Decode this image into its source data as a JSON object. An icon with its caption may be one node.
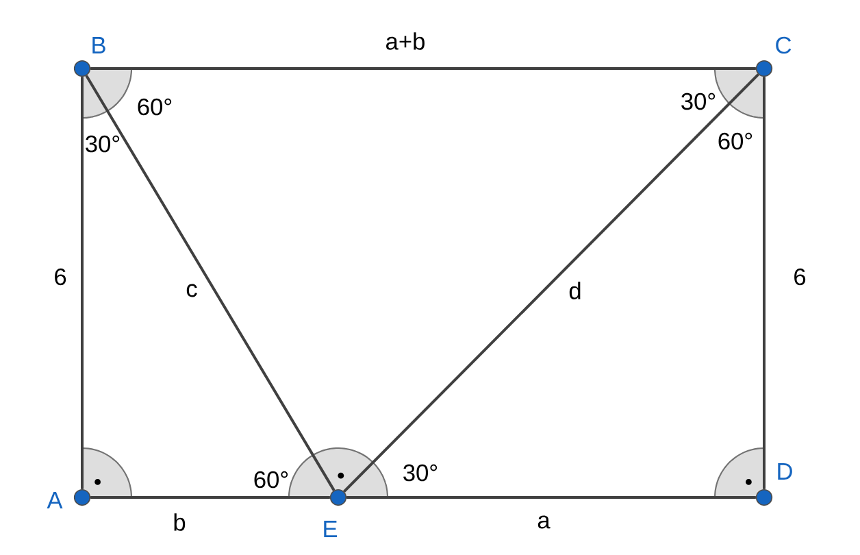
{
  "diagram": {
    "nodes": [
      {
        "text": [
          "B"
        ]
      },
      {
        "text": [
          "C"
        ]
      },
      {
        "text": [
          "A"
        ]
      },
      {
        "text": [
          "E"
        ]
      },
      {
        "text": [
          "D"
        ]
      }
    ],
    "edges": [
      {
        "from": 2,
        "to": 0,
        "arrow": "none",
        "label": "6"
      },
      {
        "from": 0,
        "to": 1,
        "arrow": "none",
        "label": "a+b"
      },
      {
        "from": 1,
        "to": 4,
        "arrow": "none",
        "label": "6"
      },
      {
        "from": 2,
        "to": 3,
        "arrow": "none",
        "label": "b"
      },
      {
        "from": 3,
        "to": 4,
        "arrow": "none",
        "label": "a"
      },
      {
        "from": 0,
        "to": 3,
        "arrow": "none",
        "label": "c"
      },
      {
        "from": 1,
        "to": 3,
        "arrow": "none",
        "label": "d"
      }
    ],
    "labels": [
      "60°",
      "30°",
      "30°",
      "60°",
      "60°",
      "30°"
    ]
  }
}
